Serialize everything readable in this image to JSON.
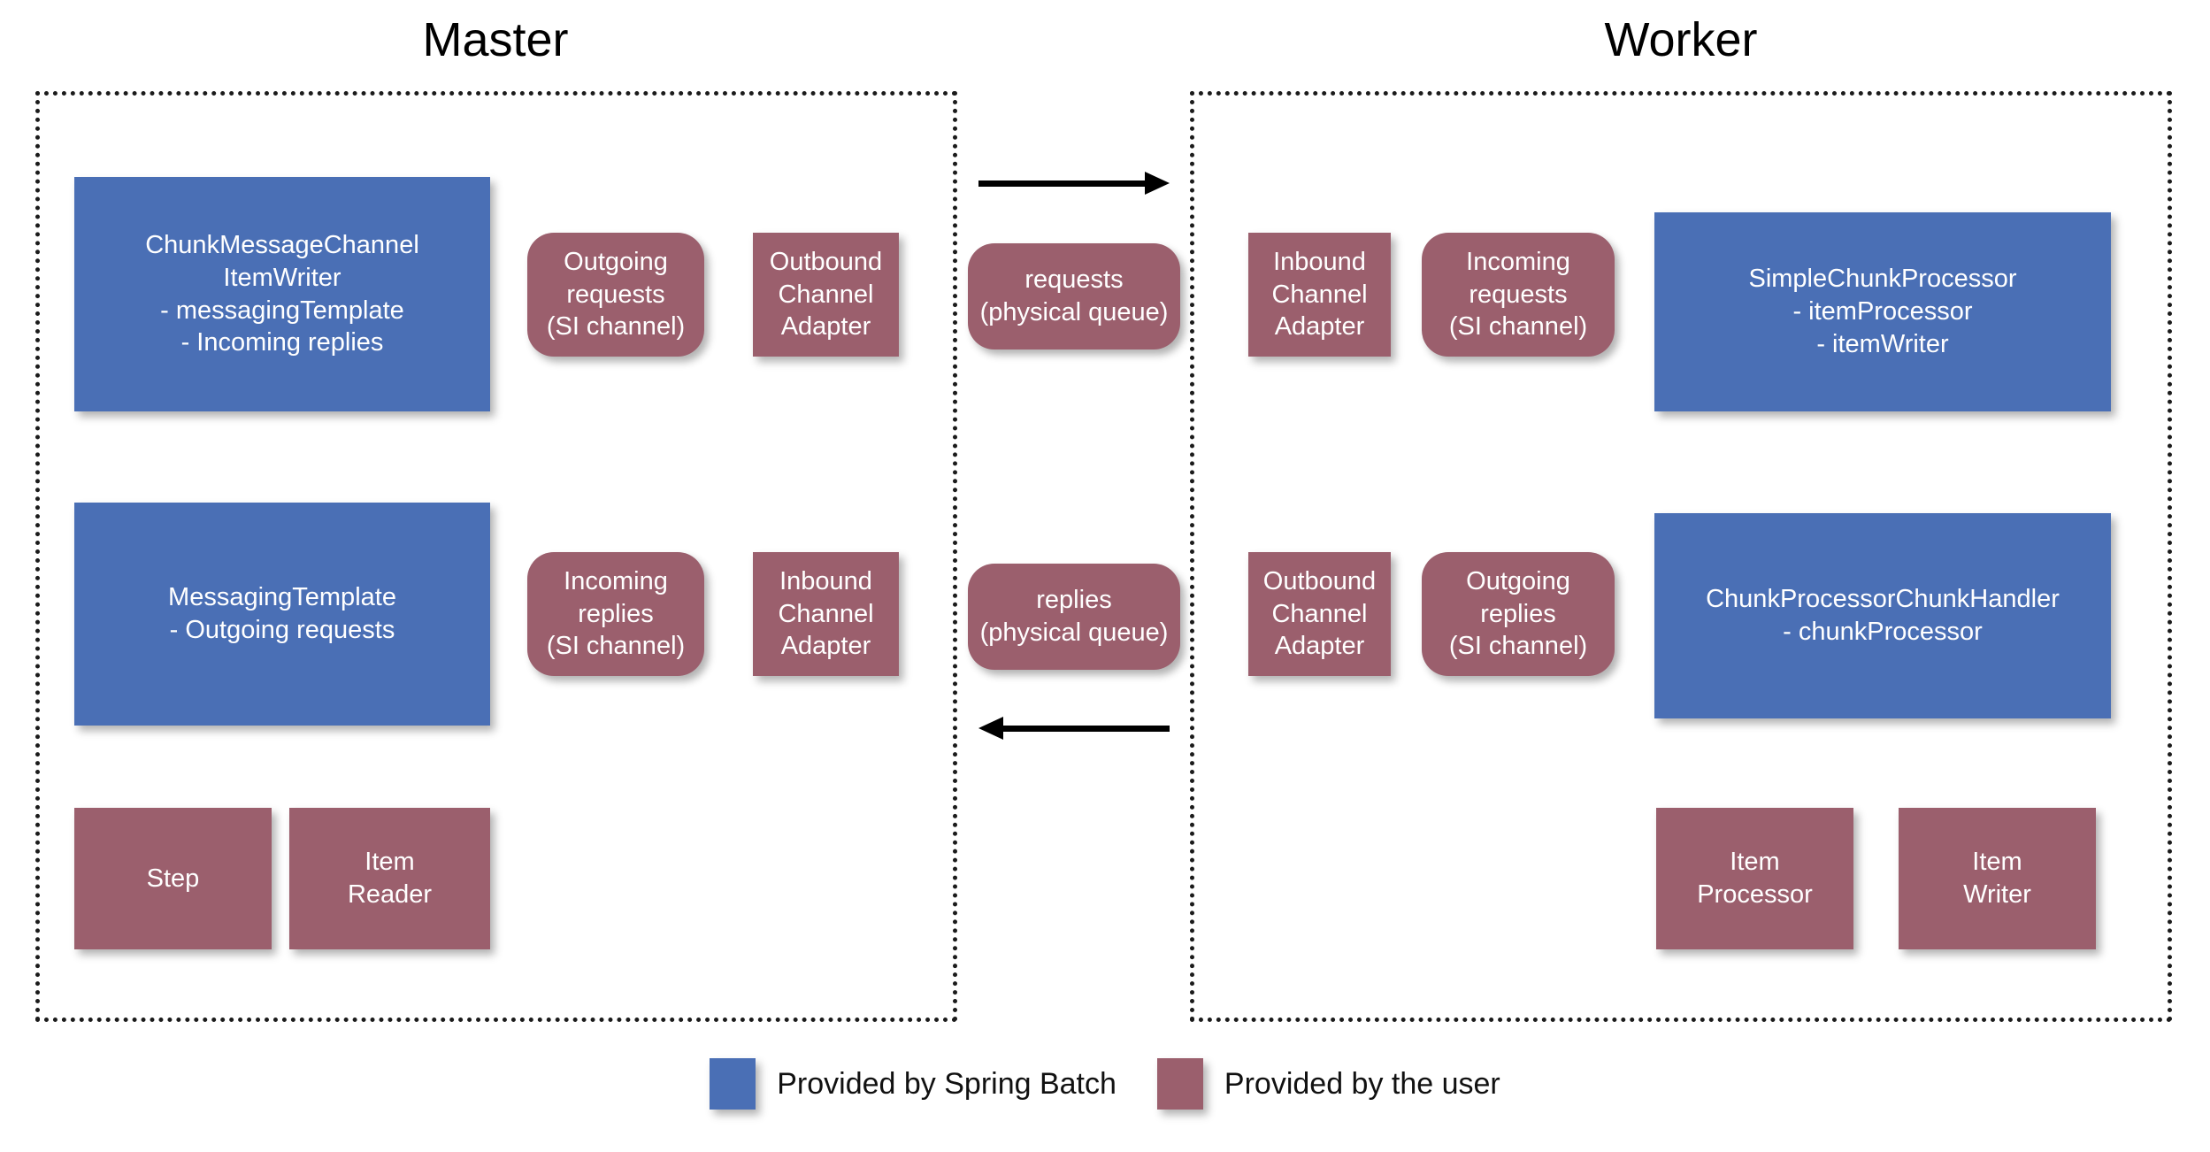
{
  "colors": {
    "spring_batch_blue": "#4a6fb5",
    "user_rose": "#9b5f6d",
    "border": "#1b1b1b",
    "background": "#ffffff",
    "arrow": "#000000"
  },
  "sections": {
    "master": {
      "title": "Master"
    },
    "worker": {
      "title": "Worker"
    }
  },
  "master": {
    "chunk_message_channel_item_writer": "ChunkMessageChannel\nItemWriter\n- messagingTemplate\n- Incoming replies",
    "outgoing_requests_channel": "Outgoing\nrequests\n(SI channel)",
    "outbound_channel_adapter": "Outbound\nChannel\nAdapter",
    "messaging_template": "MessagingTemplate\n- Outgoing requests",
    "incoming_replies_channel": "Incoming\nreplies\n(SI channel)",
    "inbound_channel_adapter": "Inbound\nChannel\nAdapter",
    "step": "Step",
    "item_reader": "Item\nReader"
  },
  "middle": {
    "requests_queue": "requests\n(physical queue)",
    "replies_queue": "replies\n(physical queue)",
    "arrow_to_worker": "arrow-right",
    "arrow_to_master": "arrow-left"
  },
  "worker": {
    "inbound_channel_adapter": "Inbound\nChannel\nAdapter",
    "incoming_requests_channel": "Incoming\nrequests\n(SI channel)",
    "simple_chunk_processor": "SimpleChunkProcessor\n- itemProcessor\n- itemWriter",
    "outbound_channel_adapter": "Outbound\nChannel\nAdapter",
    "outgoing_replies_channel": "Outgoing\nreplies\n(SI channel)",
    "chunk_processor_chunk_handler": "ChunkProcessorChunkHandler\n- chunkProcessor",
    "item_processor": "Item\nProcessor",
    "item_writer": "Item\nWriter"
  },
  "legend": {
    "spring_batch_label": "Provided by Spring Batch",
    "user_label": "Provided by the user"
  }
}
